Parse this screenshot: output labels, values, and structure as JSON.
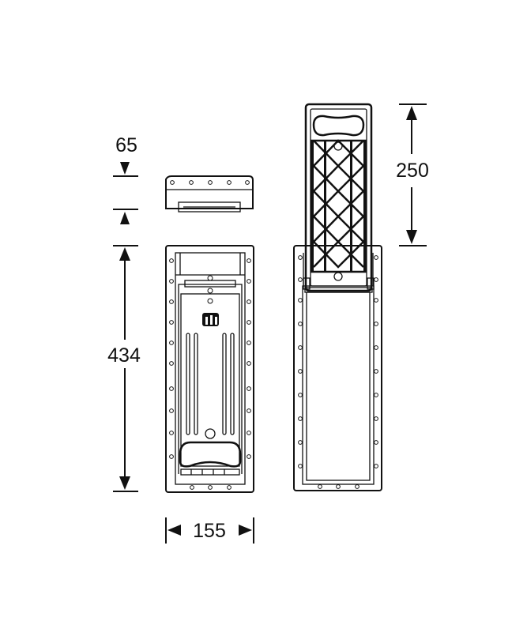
{
  "dimensions": {
    "lid_height": "65",
    "body_height": "434",
    "body_width": "155",
    "ladder_extension": "250"
  },
  "colors": {
    "line": "#111111",
    "background": "#ffffff"
  }
}
